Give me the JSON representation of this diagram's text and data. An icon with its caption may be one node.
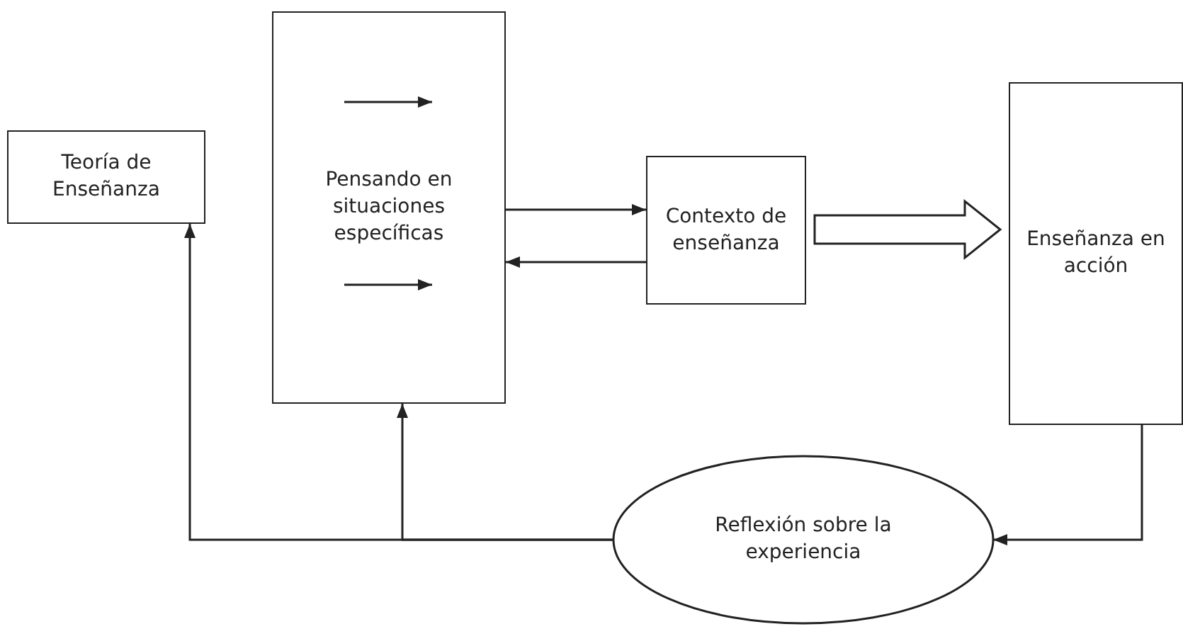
{
  "diagram": {
    "nodes": [
      {
        "text": [
          "Teoría de Enseñanza"
        ]
      },
      {
        "text": [
          "Pensando en situaciones específicas"
        ]
      },
      {
        "text": [
          "Contexto de enseñanza"
        ]
      },
      {
        "text": [
          "Enseñanza en acción"
        ]
      },
      {
        "text": [
          "Reflexión sobre la experiencia"
        ]
      }
    ],
    "edges": [
      {
        "from": 1,
        "to": 2,
        "arrow": "to"
      },
      {
        "from": 2,
        "to": 1,
        "arrow": "to"
      },
      {
        "from": 2,
        "to": 3,
        "arrow": "to",
        "style": "thick"
      },
      {
        "from": 3,
        "to": 4,
        "arrow": "to"
      },
      {
        "from": 4,
        "to": 0,
        "arrow": "to"
      },
      {
        "from": 4,
        "to": 1,
        "arrow": "to"
      }
    ]
  }
}
